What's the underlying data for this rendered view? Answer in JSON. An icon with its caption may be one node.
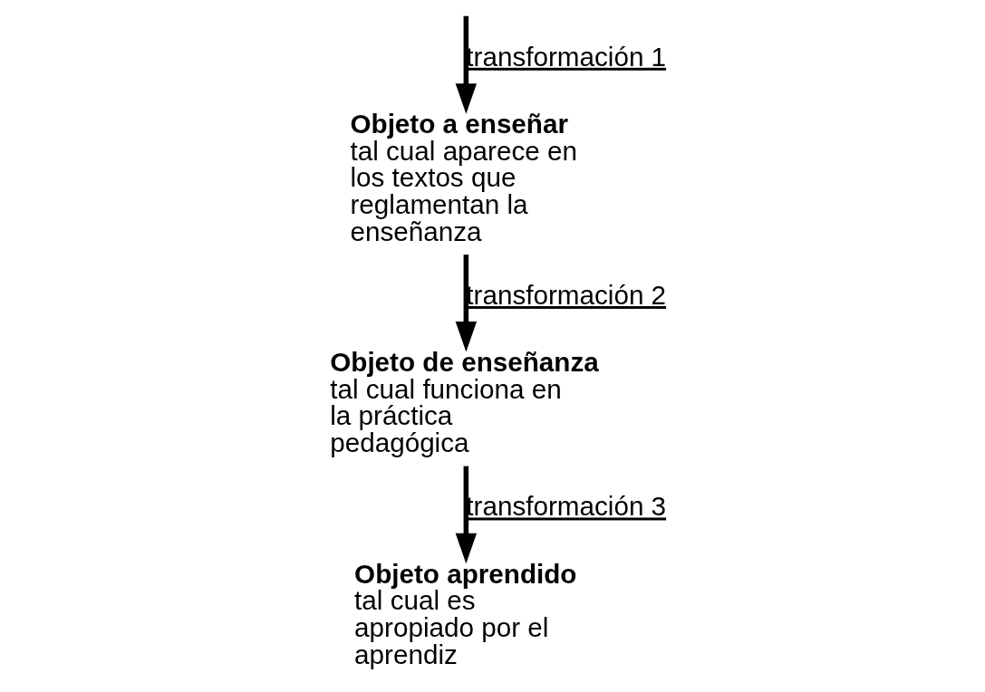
{
  "diagram": {
    "nodes": [
      {
        "text": [
          "Objeto a enseñar",
          "tal cual aparece en los textos que reglamentan la enseñanza"
        ]
      },
      {
        "text": [
          "Objeto de enseñanza",
          "tal cual funciona en la práctica pedagógica"
        ]
      },
      {
        "text": [
          "Objeto aprendido",
          "tal cual es apropiado por el aprendiz"
        ]
      }
    ],
    "edges": [
      {
        "from": null,
        "to": 0,
        "arrow": "to",
        "label": "transformación 1"
      },
      {
        "from": 0,
        "to": 1,
        "arrow": "to",
        "label": "transformación 2"
      },
      {
        "from": 1,
        "to": 2,
        "arrow": "to",
        "label": "transformación 3"
      }
    ]
  }
}
